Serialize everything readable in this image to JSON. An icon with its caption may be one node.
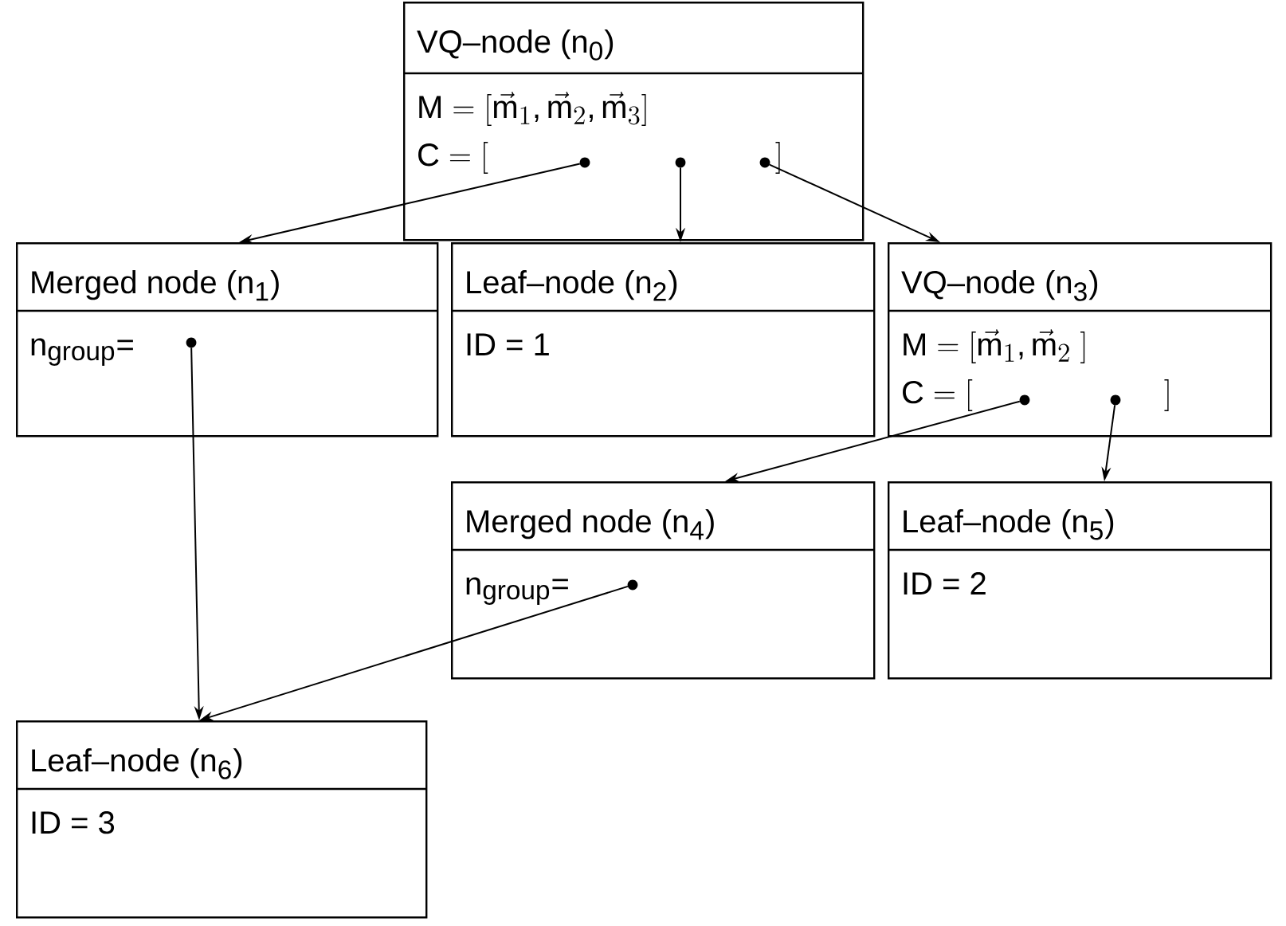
{
  "diagram": {
    "nodes": [
      {
        "text": [
          "VQ–node (n$_{0}$)",
          "M = [\\vec{m}_1 , \\vec{m}_2 , \\vec{m}_3]",
          "C = [\\qquad\\qquad\\qquad\\qquad\\quad]"
        ]
      },
      {
        "text": [
          "Merged node (n$_{1}$)",
          "n$_{group}$="
        ]
      },
      {
        "text": [
          "Leaf–node (n$_{2}$)",
          "ID = 1"
        ]
      },
      {
        "text": [
          "VQ–node (n$_{3}$)",
          "M = [\\vec{m}_1 , \\vec{m}_2\\;]",
          "C = [\\qquad\\qquad\\qquad]"
        ]
      },
      {
        "text": [
          "Merged node (n$_{4}$)",
          "n$_{group}$="
        ]
      },
      {
        "text": [
          "Leaf–node (n$_{5}$)",
          "ID = 2"
        ]
      },
      {
        "text": [
          "Leaf–node (n$_{6}$)",
          "ID = 3"
        ]
      }
    ],
    "edges": [
      {
        "from": 0,
        "to": 1,
        "arrow": "to"
      },
      {
        "from": 0,
        "to": 2,
        "arrow": "to"
      },
      {
        "from": 0,
        "to": 3,
        "arrow": "to"
      },
      {
        "from": 3,
        "to": 4,
        "arrow": "to"
      },
      {
        "from": 3,
        "to": 5,
        "arrow": "to"
      },
      {
        "from": 1,
        "to": 6,
        "arrow": "to"
      },
      {
        "from": 4,
        "to": 6,
        "arrow": "to"
      }
    ]
  }
}
